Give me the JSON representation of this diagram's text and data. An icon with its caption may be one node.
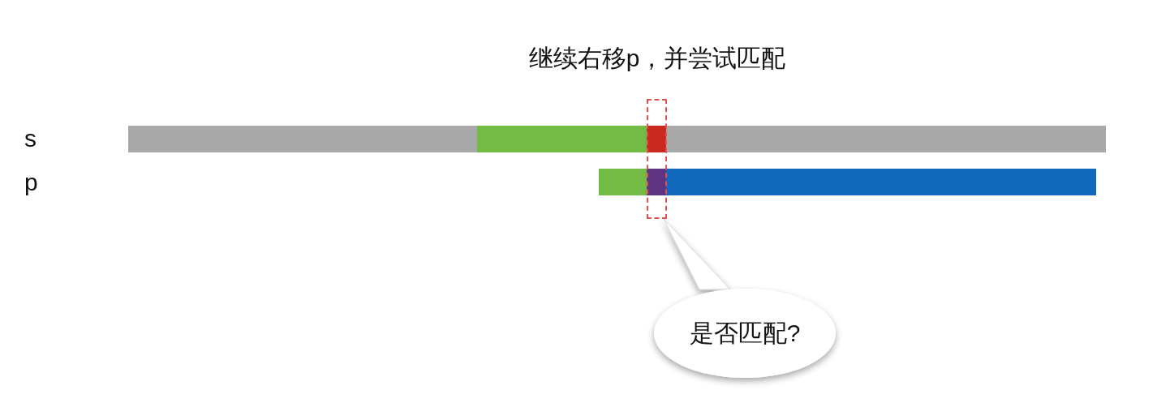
{
  "diagram": {
    "title": "继续右移p，并尝试匹配",
    "nodes": [
      {
        "text": [],
        "shape": "box"
      },
      {
        "text": [
          "是否匹配?"
        ]
      }
    ],
    "edges": [
      {
        "from": 1,
        "to": 0,
        "arrow": "none"
      }
    ],
    "labels": [
      "s",
      "p"
    ]
  }
}
